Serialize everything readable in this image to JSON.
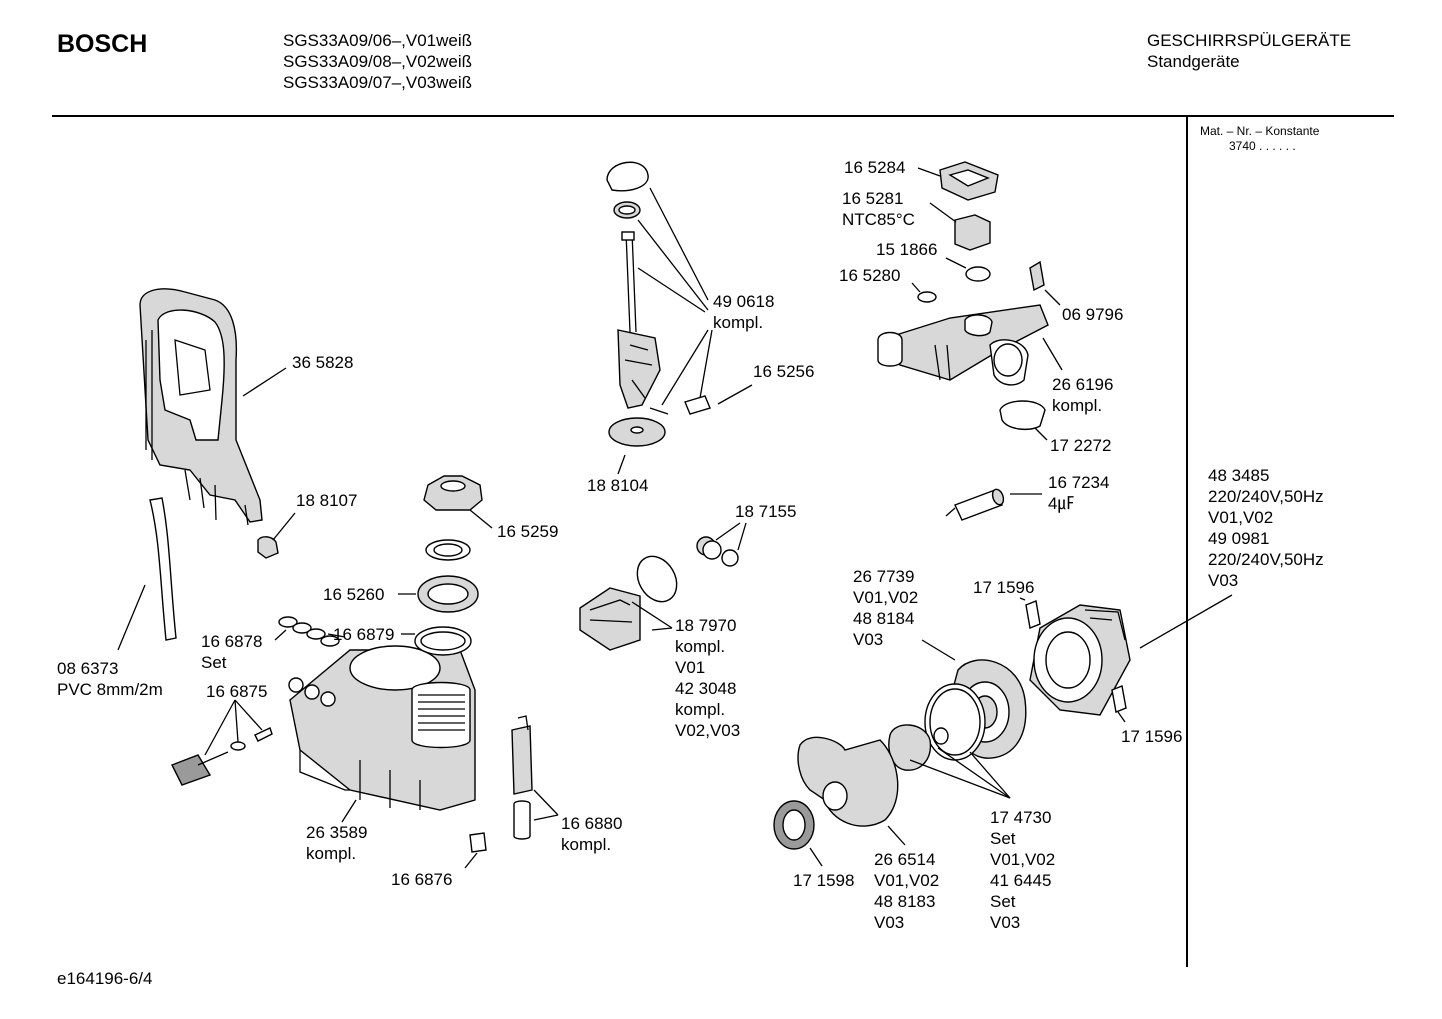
{
  "header": {
    "brand": "BOSCH",
    "models": [
      "SGS33A09/06–,V01weiß",
      "SGS33A09/08–,V02weiß",
      "SGS33A09/07–,V03weiß"
    ],
    "category": "GESCHIRRSPÜLGERÄTE",
    "subcategory": "Standgeräte"
  },
  "side_panel": {
    "title": "Mat. – Nr. – Konstante",
    "value": "3740 . . . . . ."
  },
  "labels": {
    "p365828": "36 5828",
    "p188107": "18 8107",
    "p086373": [
      "08 6373",
      "PVC 8mm/2m"
    ],
    "p166878": [
      "16 6878",
      "Set"
    ],
    "p166879": "16 6879",
    "p166875": "16 6875",
    "p165260": "16 5260",
    "p165259": "16 5259",
    "p263589": [
      "26 3589",
      "kompl."
    ],
    "p166876": "16 6876",
    "p166880": [
      "16 6880",
      "kompl."
    ],
    "p490618": [
      "49 0618",
      "kompl."
    ],
    "p165256": "16 5256",
    "p188104": "18 8104",
    "p187155": "18 7155",
    "p187970": [
      "18 7970",
      "kompl.",
      "V01",
      "42 3048",
      "kompl.",
      "V02,V03"
    ],
    "p165284": "16 5284",
    "p165281": [
      "16 5281",
      "NTC85°C"
    ],
    "p151866": "15 1866",
    "p165280": "16 5280",
    "p069796": "06 9796",
    "p266196": [
      "26 6196",
      "kompl."
    ],
    "p172272": "17 2272",
    "p167234": [
      "16 7234",
      "4㎌"
    ],
    "p483485": [
      "48 3485",
      "220/240V,50Hz",
      "V01,V02",
      "49 0981",
      "220/240V,50Hz",
      "V03"
    ],
    "p267739": [
      "26 7739",
      "V01,V02",
      "48 8184",
      "V03"
    ],
    "p171596a": "17 1596",
    "p171596b": "17 1596",
    "p174730": [
      "17 4730",
      "Set",
      "V01,V02",
      "41 6445",
      "Set",
      "V03"
    ],
    "p266514": [
      "26 6514",
      "V01,V02",
      "48 8183",
      "V03"
    ],
    "p171598": "17 1598"
  },
  "footer": {
    "doc_id": "e164196-6/4"
  }
}
